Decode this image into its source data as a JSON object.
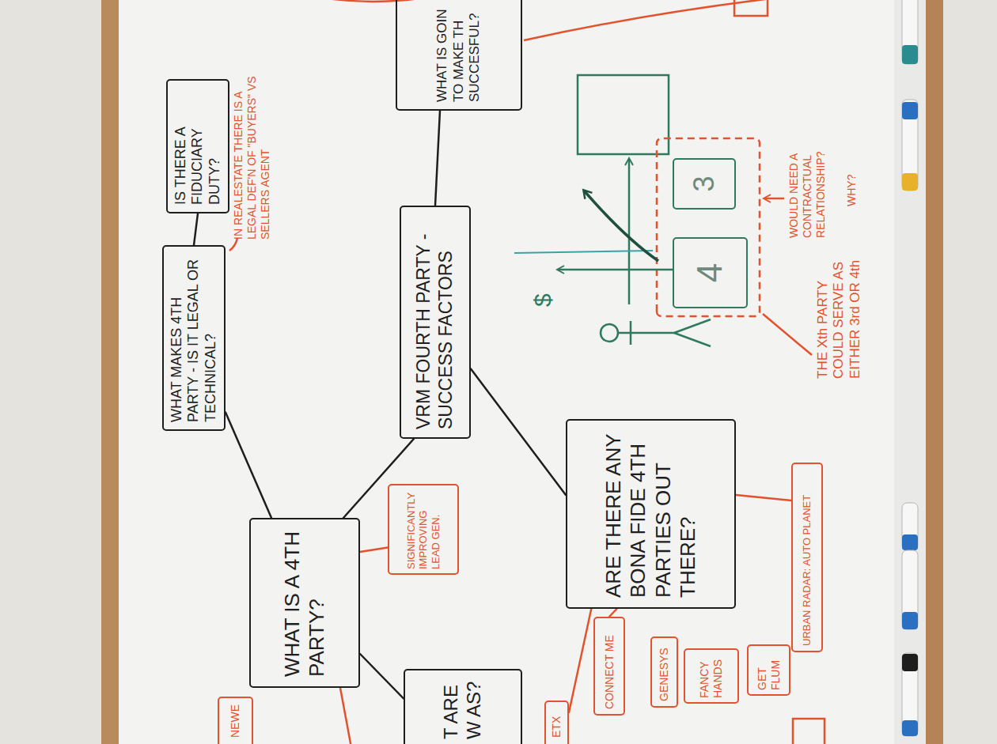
{
  "diagram": {
    "nodes": [
      {
        "text": [
          "WHAT MAKES 4TH PARTY - IS IT LEGAL OR TECHNICAL?"
        ]
      },
      {
        "text": [
          "IS THERE A FIDUCIARY DUTY?"
        ]
      },
      {
        "text": [
          "NEWE"
        ]
      },
      {
        "text": [
          "WHAT IS A 4TH PARTY?"
        ]
      },
      {
        "text": [
          "SIGNIFICANTLY IMPROVING LEAD GEN."
        ]
      },
      {
        "text": [
          "VRM FOURTH PARTY - SUCCESS FACTORS"
        ]
      },
      {
        "text": [
          "WHAT IS GOIN TO MAKE TH SUCCESFUL?"
        ]
      },
      {
        "text": [
          "T ARE W AS?"
        ]
      },
      {
        "text": [
          "ETX"
        ]
      },
      {
        "text": [
          "ARE THERE ANY BONA FIDE 4TH PARTIES OUT THERE?"
        ]
      },
      {
        "text": [
          "CONNECT ME"
        ]
      },
      {
        "text": [
          "GENESYS"
        ]
      },
      {
        "text": [
          "4"
        ]
      },
      {
        "text": [
          "3"
        ]
      },
      {
        "text": [
          "FANCY HANDS"
        ]
      },
      {
        "text": [
          "GET FLUM"
        ]
      },
      {
        "text": [
          "URBAN RADAR: AUTO PLANET"
        ]
      }
    ],
    "edges": [
      {
        "from": 3,
        "to": 0,
        "arrow": "none"
      },
      {
        "from": 0,
        "to": 1,
        "arrow": "none"
      },
      {
        "from": 5,
        "to": 3,
        "arrow": "none"
      },
      {
        "from": 5,
        "to": 6,
        "arrow": "none"
      },
      {
        "from": 5,
        "to": 9,
        "arrow": "none"
      },
      {
        "from": 3,
        "to": 7,
        "arrow": "none"
      },
      {
        "from": 3,
        "to": 4,
        "arrow": "none"
      },
      {
        "from": 9,
        "to": 8,
        "arrow": "none"
      },
      {
        "from": 9,
        "to": 10,
        "arrow": "none"
      },
      {
        "from": 9,
        "to": 16,
        "arrow": "none"
      }
    ],
    "labels": [
      "IN REALESTATE THERE IS A LEGAL DEF'N OF \"BUYERS\" VS SELLERS AGENT",
      "$",
      "WOULD NEED A CONTRACTUAL RELATIONSHIP?",
      "THE Xth PARTY COULD SERVE AS EITHER 3rd OR 4th",
      "WHY?"
    ]
  }
}
